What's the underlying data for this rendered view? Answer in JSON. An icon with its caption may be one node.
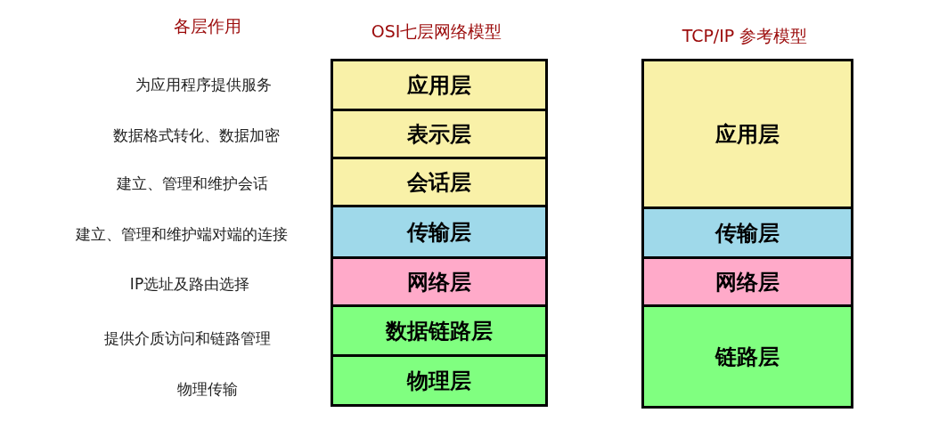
{
  "diagram": {
    "nodes": [
      {
        "text": [
          "应用层"
        ]
      },
      {
        "text": [
          "表示层"
        ]
      },
      {
        "text": [
          "会话层"
        ]
      },
      {
        "text": [
          "传输层"
        ]
      },
      {
        "text": [
          "网络层"
        ]
      },
      {
        "text": [
          "数据链路层"
        ]
      },
      {
        "text": [
          "物理层"
        ]
      },
      {
        "text": [
          "应用层"
        ]
      },
      {
        "text": [
          "传输层"
        ]
      },
      {
        "text": [
          "网络层"
        ]
      },
      {
        "text": [
          "链路层"
        ]
      }
    ],
    "edges": [],
    "labels": [
      "各层作用",
      "OSI七层网络模型",
      "TCP/IP 参考模型",
      "为应用程序提供服务",
      "数据格式转化、数据加密",
      "建立、管理和维护会话",
      "建立、管理和维护端对端的连接",
      "IP选址及路由选择",
      "提供介质访问和链路管理",
      "物理传输"
    ]
  }
}
